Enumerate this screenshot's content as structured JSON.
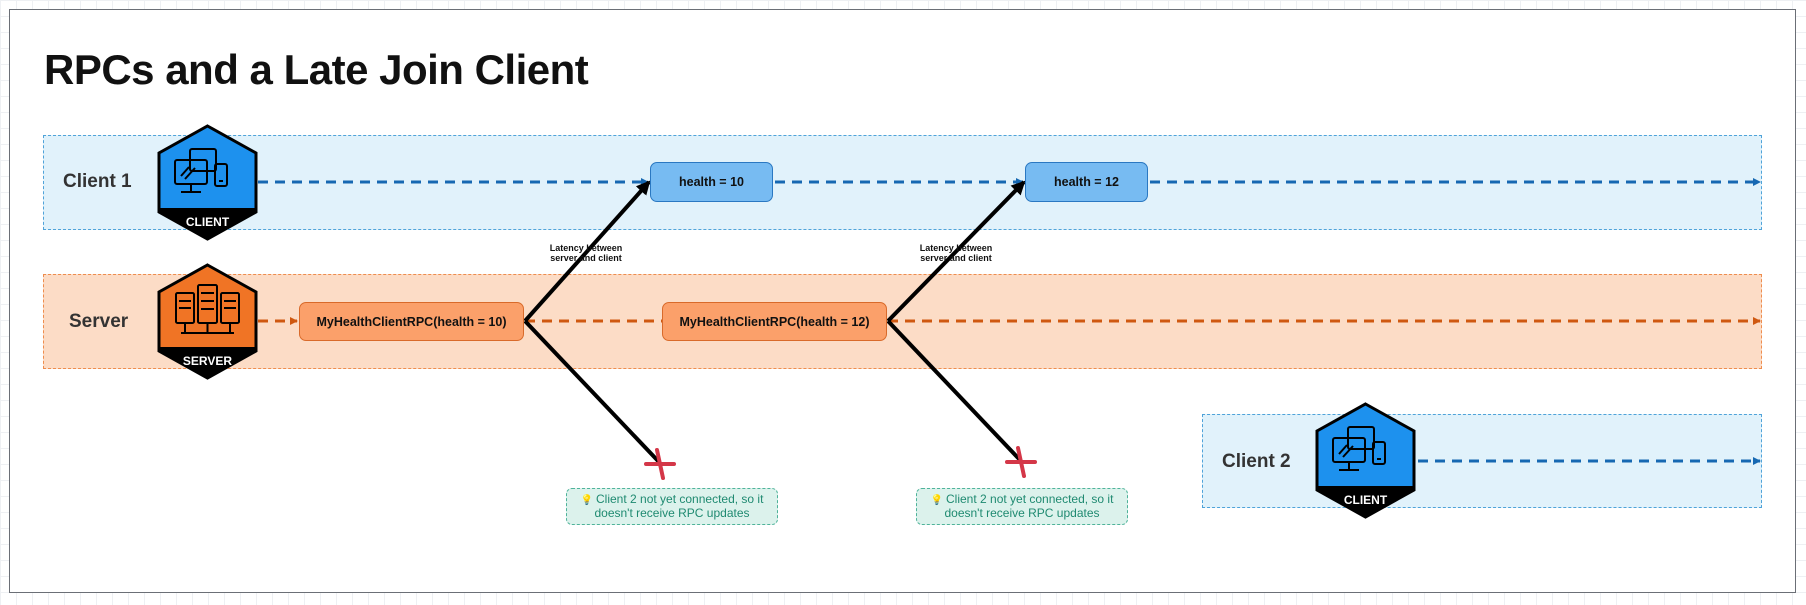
{
  "title": "RPCs and a Late Join Client",
  "lanes": {
    "client1": {
      "label": "Client 1",
      "badge": "CLIENT"
    },
    "server": {
      "label": "Server",
      "badge": "SERVER"
    },
    "client2": {
      "label": "Client 2",
      "badge": "CLIENT"
    }
  },
  "rpc_calls": [
    {
      "label": "MyHealthClientRPC(health = 10)"
    },
    {
      "label": "MyHealthClientRPC(health = 12)"
    }
  ],
  "client1_updates": [
    {
      "label": "health = 10"
    },
    {
      "label": "health = 12"
    }
  ],
  "latency_labels": [
    {
      "line1": "Latency between",
      "line2": "server and client"
    },
    {
      "line1": "Latency between",
      "line2": "server and client"
    }
  ],
  "notes": [
    {
      "line1": "Client 2 not yet connected, so it",
      "line2": "doesn't receive RPC updates"
    },
    {
      "line1": "Client 2 not yet connected, so it",
      "line2": "doesn't receive RPC updates"
    }
  ],
  "colors": {
    "client_blue": "#1d91ee",
    "client_line": "#1668b2",
    "server_orange": "#f07425",
    "server_line": "#cf5810",
    "fail_red": "#d43748"
  },
  "icons": {
    "client": "devices-icon",
    "server": "server-rack-icon",
    "fail": "red-x-icon",
    "note": "lightbulb-icon"
  }
}
